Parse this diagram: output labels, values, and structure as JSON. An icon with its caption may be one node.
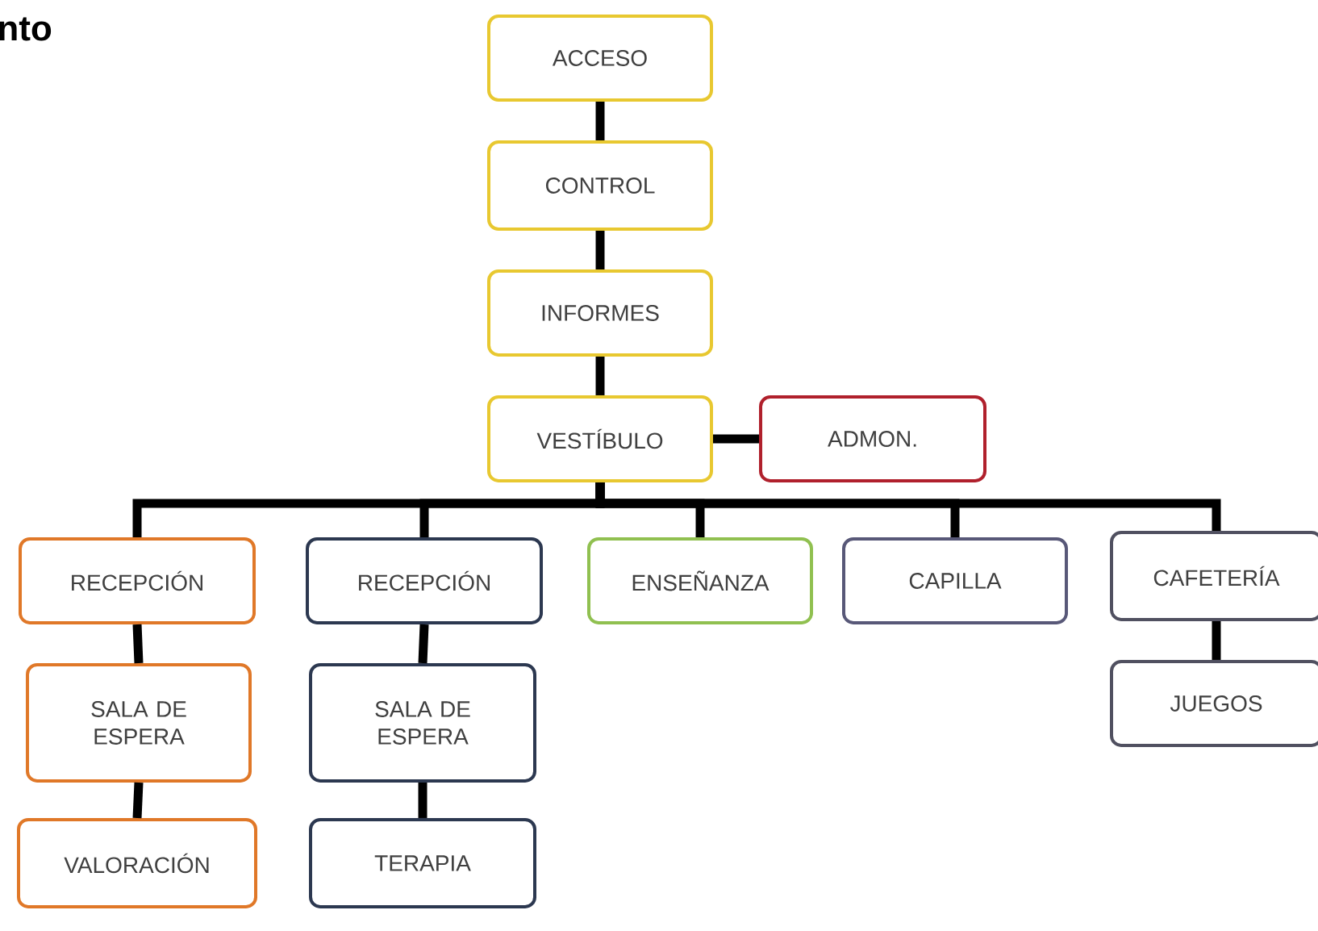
{
  "diagram": {
    "title": "nto",
    "nodes": [
      {
        "text": [
          "ACCESO"
        ]
      },
      {
        "text": [
          "CONTROL"
        ]
      },
      {
        "text": [
          "INFORMES"
        ]
      },
      {
        "text": [
          "VESTÍBULO"
        ]
      },
      {
        "text": [
          "ADMON."
        ]
      },
      {
        "text": [
          "RECEPCIÓN"
        ]
      },
      {
        "text": [
          "SALA DE ESPERA"
        ]
      },
      {
        "text": [
          "VALORACIÓN"
        ]
      },
      {
        "text": [
          "RECEPCIÓN"
        ]
      },
      {
        "text": [
          "SALA DE ESPERA"
        ]
      },
      {
        "text": [
          "TERAPIA"
        ]
      },
      {
        "text": [
          "ENSEÑANZA"
        ]
      },
      {
        "text": [
          "CAPILLA"
        ]
      },
      {
        "text": [
          "CAFETERÍA"
        ]
      },
      {
        "text": [
          "JUEGOS"
        ]
      }
    ],
    "edges": [
      {
        "from": 0,
        "to": 1,
        "arrow": "none"
      },
      {
        "from": 1,
        "to": 2,
        "arrow": "none"
      },
      {
        "from": 2,
        "to": 3,
        "arrow": "none"
      },
      {
        "from": 3,
        "to": 4,
        "arrow": "none"
      },
      {
        "from": 3,
        "to": 5,
        "arrow": "none"
      },
      {
        "from": 3,
        "to": 8,
        "arrow": "none"
      },
      {
        "from": 3,
        "to": 11,
        "arrow": "none"
      },
      {
        "from": 3,
        "to": 12,
        "arrow": "none"
      },
      {
        "from": 3,
        "to": 13,
        "arrow": "none"
      },
      {
        "from": 5,
        "to": 6,
        "arrow": "none"
      },
      {
        "from": 6,
        "to": 7,
        "arrow": "none"
      },
      {
        "from": 8,
        "to": 9,
        "arrow": "none"
      },
      {
        "from": 9,
        "to": 10,
        "arrow": "none"
      },
      {
        "from": 13,
        "to": 14,
        "arrow": "none"
      }
    ]
  }
}
